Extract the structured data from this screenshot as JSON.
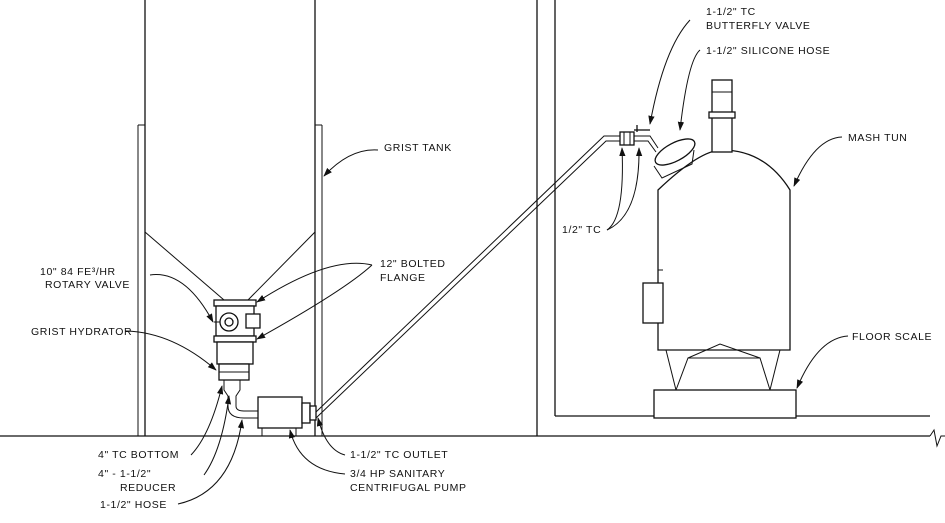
{
  "labels": {
    "butterfly_valve_l1": "1-1/2\" TC",
    "butterfly_valve_l2": "BUTTERFLY VALVE",
    "silicone_hose": "1-1/2\" SILICONE HOSE",
    "grist_tank": "GRIST TANK",
    "mash_tun": "MASH TUN",
    "rotary_valve_l1": "10\" 84 FE³/HR",
    "rotary_valve_l2": "ROTARY VALVE",
    "bolted_flange_l1": "12\" BOLTED",
    "bolted_flange_l2": "FLANGE",
    "half_tc": "1/2\" TC",
    "grist_hydrator": "GRIST HYDRATOR",
    "floor_scale": "FLOOR SCALE",
    "tc_bottom": "4\" TC BOTTOM",
    "reducer_l1": "4\" - 1-1/2\"",
    "reducer_l2": "REDUCER",
    "hose": "1-1/2\" HOSE",
    "tc_outlet": "1-1/2\" TC OUTLET",
    "pump_l1": "3/4 HP SANITARY",
    "pump_l2": "CENTRIFUGAL PUMP"
  }
}
